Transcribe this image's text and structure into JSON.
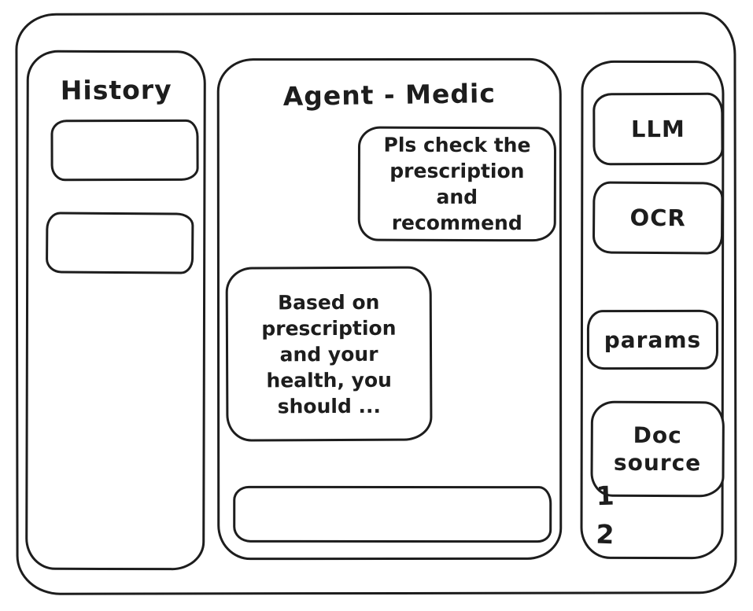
{
  "colors": {
    "stroke": "#1d1d1d",
    "background": "#ffffff"
  },
  "sidebar_left": {
    "title": "History",
    "items": [
      {
        "label": ""
      },
      {
        "label": ""
      }
    ]
  },
  "main": {
    "title": "Agent - Medic",
    "messages": [
      {
        "role": "user",
        "text": "Pls check the prescription and recommend"
      },
      {
        "role": "assistant",
        "text": "Based on prescription and your health, you should ..."
      }
    ],
    "input": {
      "value": "",
      "placeholder": ""
    }
  },
  "sidebar_right": {
    "buttons": [
      {
        "label": "LLM"
      },
      {
        "label": "OCR"
      },
      {
        "label": "params"
      },
      {
        "label": "Doc source"
      }
    ],
    "annotations": [
      "1",
      "2"
    ]
  }
}
